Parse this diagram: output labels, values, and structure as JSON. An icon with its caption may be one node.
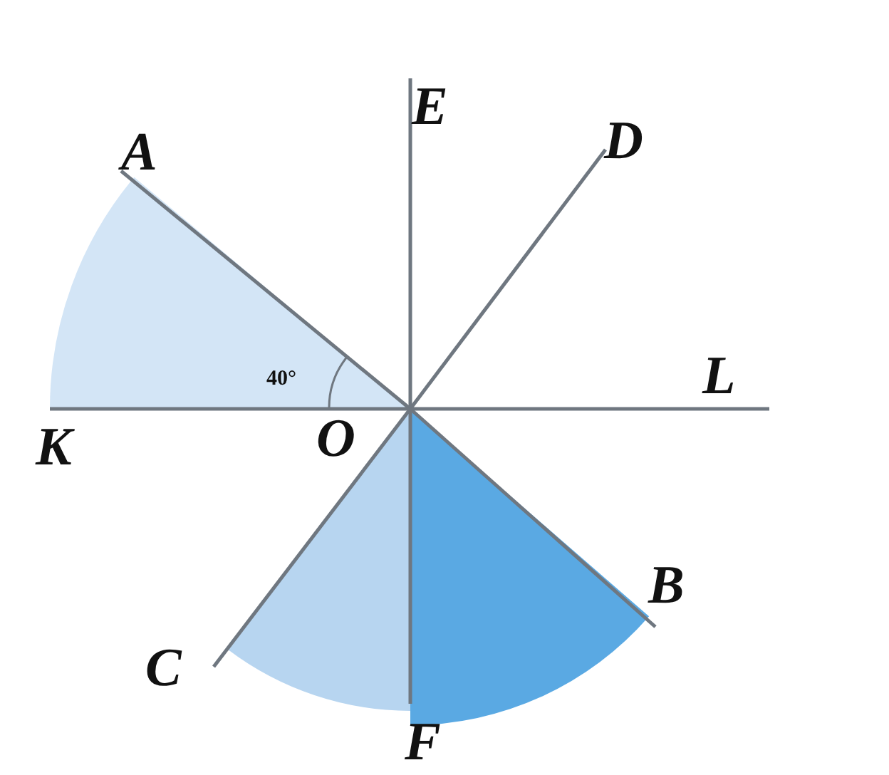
{
  "diagram": {
    "labels": [
      "E",
      "A",
      "D",
      "40°",
      "L",
      "K",
      "O",
      "B",
      "C",
      "F"
    ]
  }
}
